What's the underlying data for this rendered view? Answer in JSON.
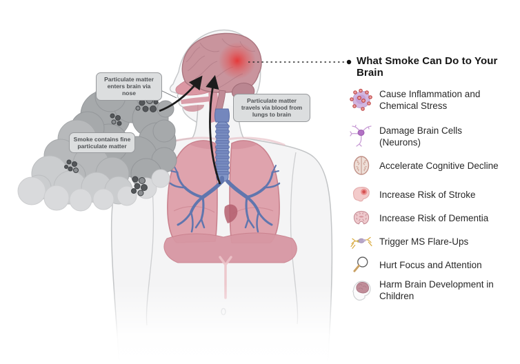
{
  "header": {
    "title": "What Smoke Can Do to Your Brain"
  },
  "callouts": {
    "nose": "Particulate matter enters brain via nose",
    "smoke": "Smoke contains fine particulate matter",
    "blood": "Particulate matter travels via blood from lungs to brain"
  },
  "effects": [
    {
      "icon": "inflamed-cell-icon",
      "label": "Cause Inflammation and Chemical Stress"
    },
    {
      "icon": "neuron-icon",
      "label": "Damage Brain Cells (Neurons)"
    },
    {
      "icon": "brain-top-view-icon",
      "label": "Accelerate Cognitive Decline"
    },
    {
      "icon": "brain-stroke-icon",
      "label": "Increase Risk of Stroke"
    },
    {
      "icon": "brain-cross-section-icon",
      "label": "Increase Risk of Dementia"
    },
    {
      "icon": "demyelinated-neuron-icon",
      "label": "Trigger MS Flare-Ups"
    },
    {
      "icon": "magnifying-glass-icon",
      "label": "Hurt Focus and Attention"
    },
    {
      "icon": "child-head-brain-icon",
      "label": "Harm Brain Development in Children"
    }
  ],
  "colors": {
    "brain_pink": "#c9949d",
    "stroke_glow_red": "#e63b3b",
    "lung_pink": "#dfa3ad",
    "airway_blue": "#7487bd",
    "smoke_gray_dark": "#a6a9ab",
    "smoke_gray_light": "#d9dadc",
    "callout_bg": "#dcdedf",
    "text_dark": "#272727"
  }
}
